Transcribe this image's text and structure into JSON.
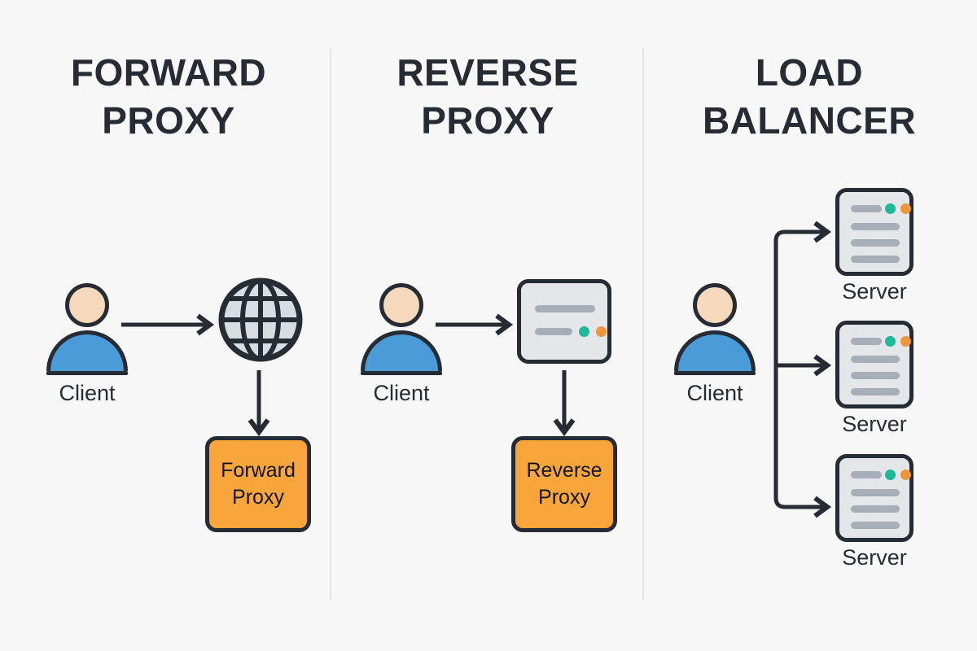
{
  "background": "#F7F7F7",
  "theme": {
    "ink": "#272B33",
    "accent_orange": "#F8A63C",
    "client_blue": "#4A9BD8",
    "skin": "#F6D8BD",
    "device_gray": "#E4E6E9",
    "bar_gray": "#A8AEB8",
    "dot_teal": "#1FB898",
    "dot_orange": "#F0953C",
    "divider": "#E6E6E6"
  },
  "panels": [
    {
      "id": "forward-proxy",
      "title_line1": "FORWARD",
      "title_line2": "PROXY",
      "client_label": "Client",
      "middle_node": "globe-icon",
      "proxy_line1": "Forward",
      "proxy_line2": "Proxy"
    },
    {
      "id": "reverse-proxy",
      "title_line1": "REVERSE",
      "title_line2": "PROXY",
      "client_label": "Client",
      "middle_node": "server-node-icon",
      "proxy_line1": "Reverse",
      "proxy_line2": "Proxy"
    },
    {
      "id": "load-balancer",
      "title_line1": "LOAD",
      "title_line2": "BALANCER",
      "client_label": "Client",
      "servers": [
        {
          "label": "Server"
        },
        {
          "label": "Server"
        },
        {
          "label": "Server"
        }
      ]
    }
  ]
}
